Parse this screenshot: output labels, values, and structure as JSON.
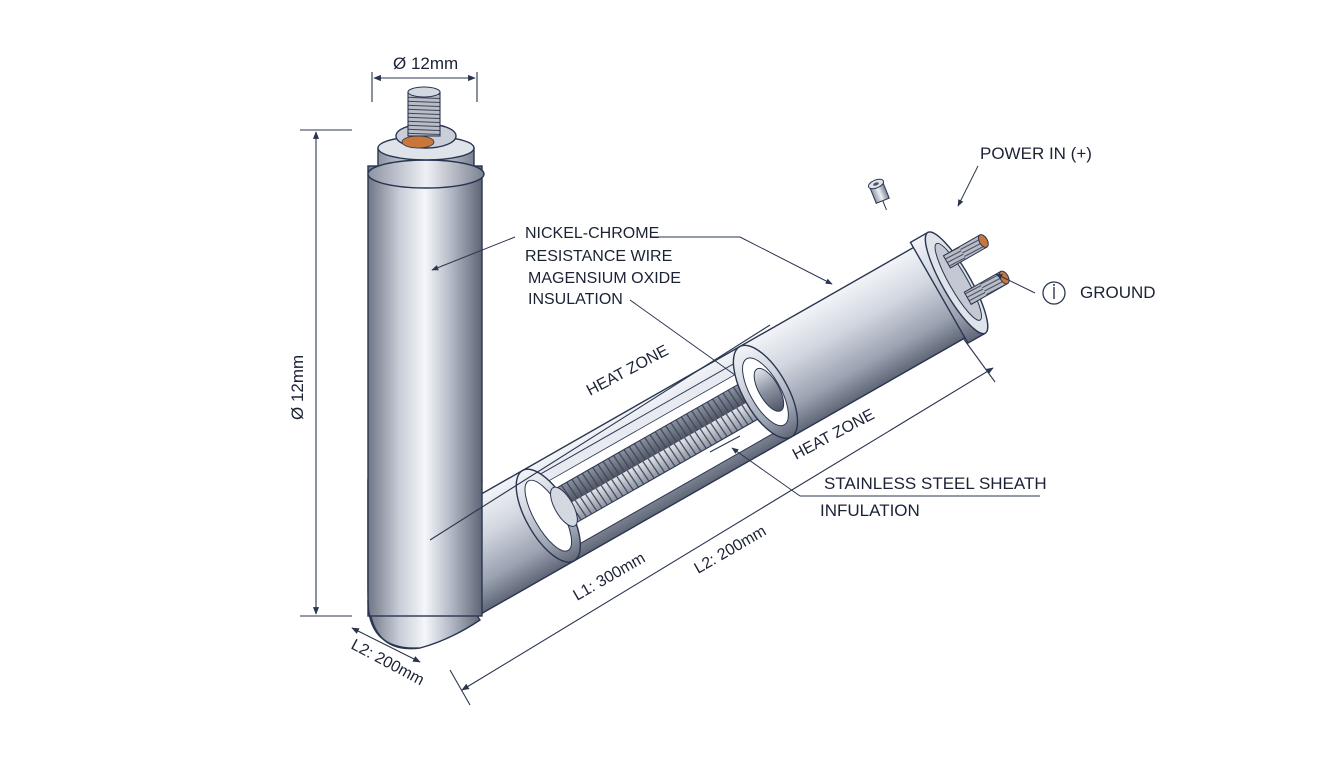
{
  "labels": {
    "dia_top": "Ø 12mm",
    "dia_left": "Ø 12mm",
    "power_in": "POWER IN (+)",
    "ground": "GROUND",
    "wire_line1": "NICKEL-CHROME",
    "wire_line2": "RESISTANCE WIRE",
    "insul_line1": "MAGENSIUM OXIDE",
    "insul_line2": "INSULATION",
    "heat_zone_1": "HEAT ZONE",
    "heat_zone_2": "HEAT ZONE",
    "sheath": "STAINLESS STEEL SHEATH",
    "infulation": "INFULATION",
    "l1": "L1: 300mm",
    "l2_mid": "L2: 200mm",
    "l2_bottom": "L2: 200mm"
  },
  "icons": {
    "ground_symbol": "ground-circle-icon",
    "screw": "set-screw-icon"
  },
  "colors": {
    "line": "#2a3550",
    "steel_dark": "#6d7484",
    "steel_light": "#f2f4f8",
    "copper": "#c9763a"
  }
}
